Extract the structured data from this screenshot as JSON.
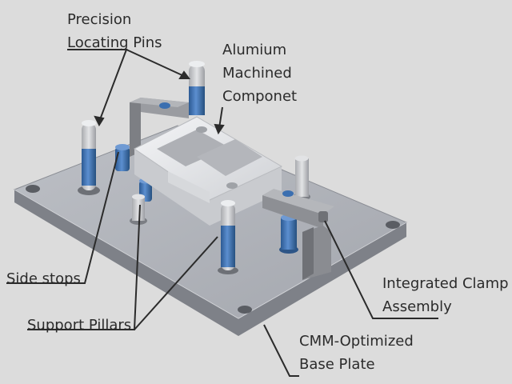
{
  "colors": {
    "background": "#dcdcdc",
    "plate": "#b4b7bd",
    "plate_edge": "#7e8188",
    "pin": "#3b6fb0",
    "steel": "#c7c8cb",
    "clamp": "#8f9196",
    "aluminum": "#e6e7ea",
    "leader": "#2b2b2b"
  },
  "callouts": {
    "locating_pins": {
      "line1": "Precision",
      "line2": "Locating Pins"
    },
    "component": {
      "line1": "Alumium",
      "line2": "Machined",
      "line3": "Componet"
    },
    "side_stops": {
      "line1": "Side stops"
    },
    "support_pillars": {
      "line1": "Support Pillars"
    },
    "clamp": {
      "line1": "Integrated Clamp",
      "line2": "Assembly"
    },
    "base_plate": {
      "line1": "CMM-Optimized",
      "line2": "Base Plate"
    }
  }
}
